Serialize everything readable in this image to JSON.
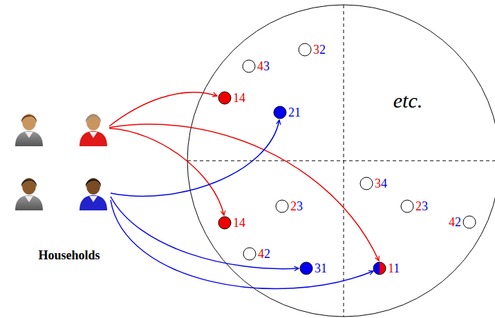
{
  "diagram": {
    "nodes": [
      {
        "text": [
          "32"
        ]
      },
      {
        "text": [
          "43"
        ]
      },
      {
        "text": [
          "14"
        ]
      },
      {
        "text": [
          "21"
        ]
      },
      {
        "text": [
          "34"
        ]
      },
      {
        "text": [
          "23"
        ]
      },
      {
        "text": [
          "23"
        ]
      },
      {
        "text": [
          "14"
        ]
      },
      {
        "text": [
          "42"
        ]
      },
      {
        "text": [
          "42"
        ]
      },
      {
        "text": [
          "31"
        ]
      },
      {
        "text": [
          "11"
        ]
      }
    ],
    "labels": [
      "etc.",
      "Households"
    ]
  }
}
